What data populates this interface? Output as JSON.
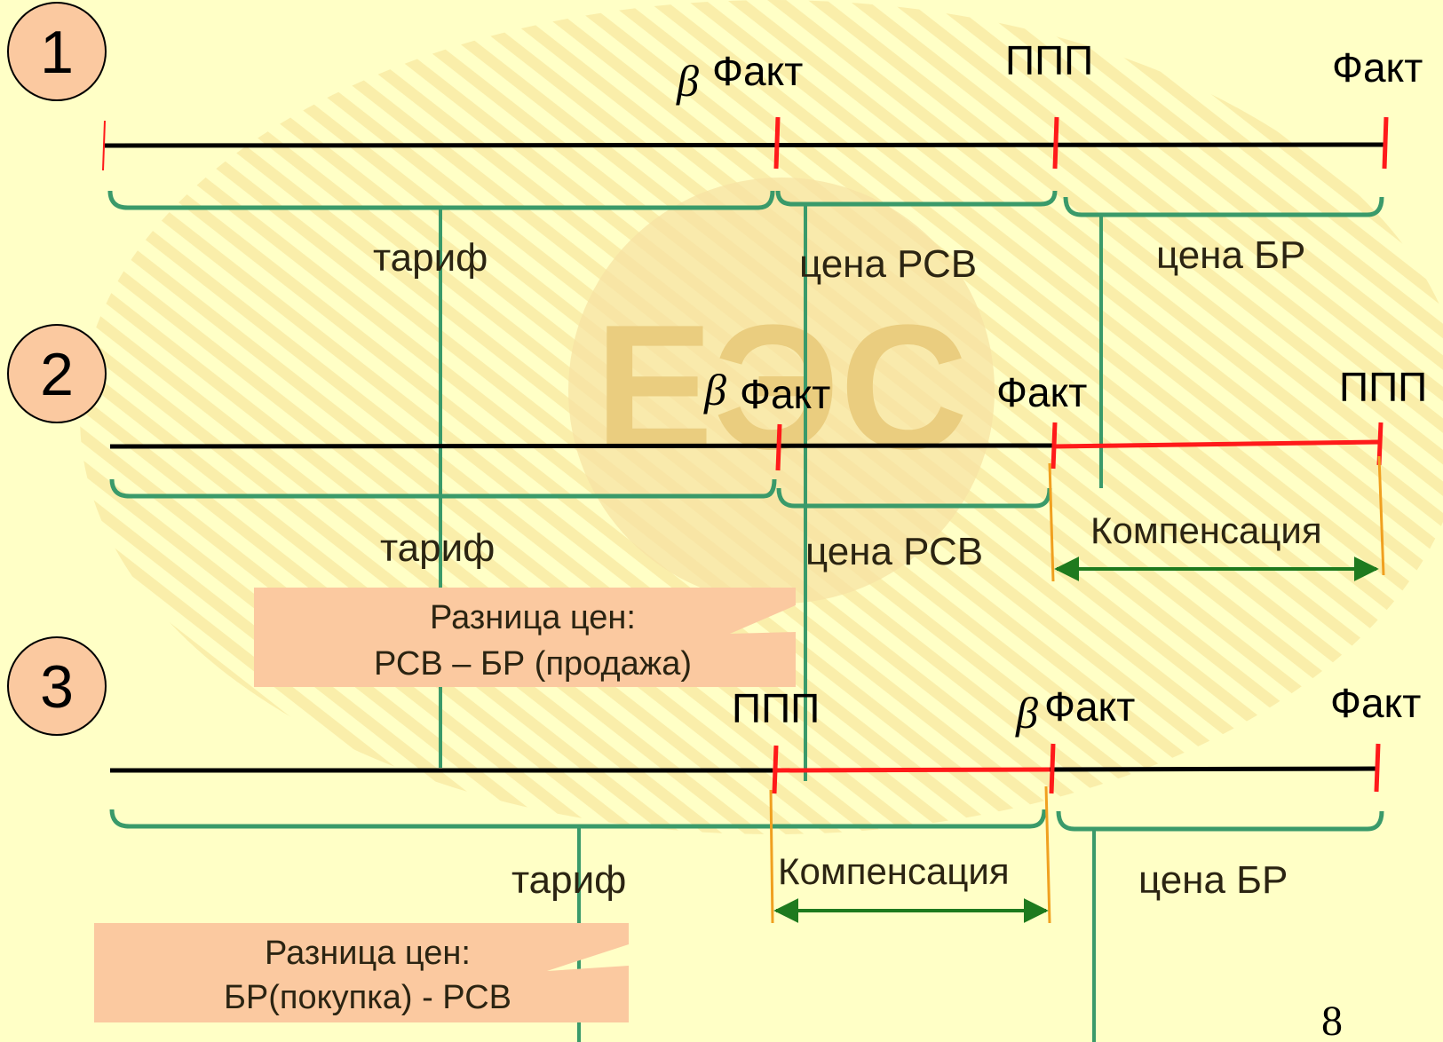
{
  "watermark": {
    "text": "ЕЭС"
  },
  "diagram1": {
    "number": "1",
    "beta": "β",
    "beta_fact": "Факт",
    "ppp": "ППП",
    "fact": "Факт",
    "tariff": "тариф",
    "price_rsv": "цена РСВ",
    "price_br": "цена БР"
  },
  "diagram2": {
    "number": "2",
    "beta": "β",
    "beta_fact": "Факт",
    "fact": "Факт",
    "ppp": "ППП",
    "tariff": "тариф",
    "price_rsv": "цена РСВ",
    "compensation": "Компенсация",
    "callout_line1": "Разница цен:",
    "callout_line2": "РСВ – БР (продажа)"
  },
  "diagram3": {
    "number": "3",
    "ppp": "ППП",
    "beta": "β",
    "beta_fact": "Факт",
    "fact": "Факт",
    "tariff": "тариф",
    "compensation": "Компенсация",
    "price_br": "цена БР",
    "callout_line1": "Разница цен:",
    "callout_line2": "БР(покупка) - РСВ"
  },
  "page_number": "8",
  "colors": {
    "background": "#ffffc6",
    "line": "#000000",
    "tick": "#ff1a1a",
    "bracket": "#3a9a6a",
    "arrow": "#1e7a1e",
    "compensation_tick": "#f0a020",
    "callout": "#fbc9a0",
    "circle": "#fbc9a0"
  }
}
